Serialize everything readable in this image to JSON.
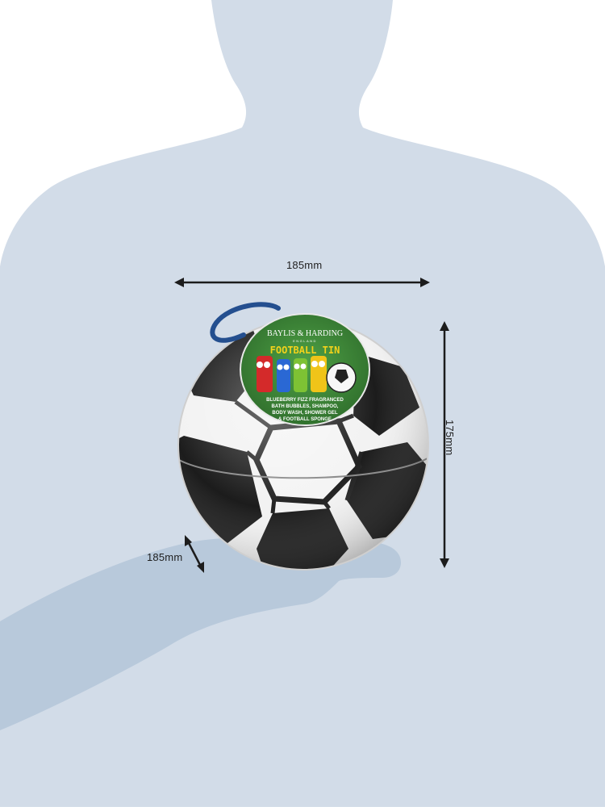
{
  "dimensions": {
    "width": "185mm",
    "depth": "185mm",
    "height": "175mm"
  },
  "tag": {
    "brand": "BAYLIS & HARDING",
    "brand_sub": "ENGLAND",
    "product": "FOOTBALL TIN",
    "description_lines": [
      "BLUEBERRY FIZZ FRAGRANCED",
      "BATH BUBBLES, SHAMPOO,",
      "BODY WASH, SHOWER GEL",
      "& FOOTBALL SPONGE"
    ]
  },
  "colors": {
    "silhouette": "#d2dce8",
    "hand": "#b8c9db",
    "ball_black": "#1c1c1c",
    "ball_white": "#f2f2f2",
    "tag_green": "#3f8a3a",
    "cord_blue": "#244f8f",
    "title_yellow": "#f2d21b"
  }
}
